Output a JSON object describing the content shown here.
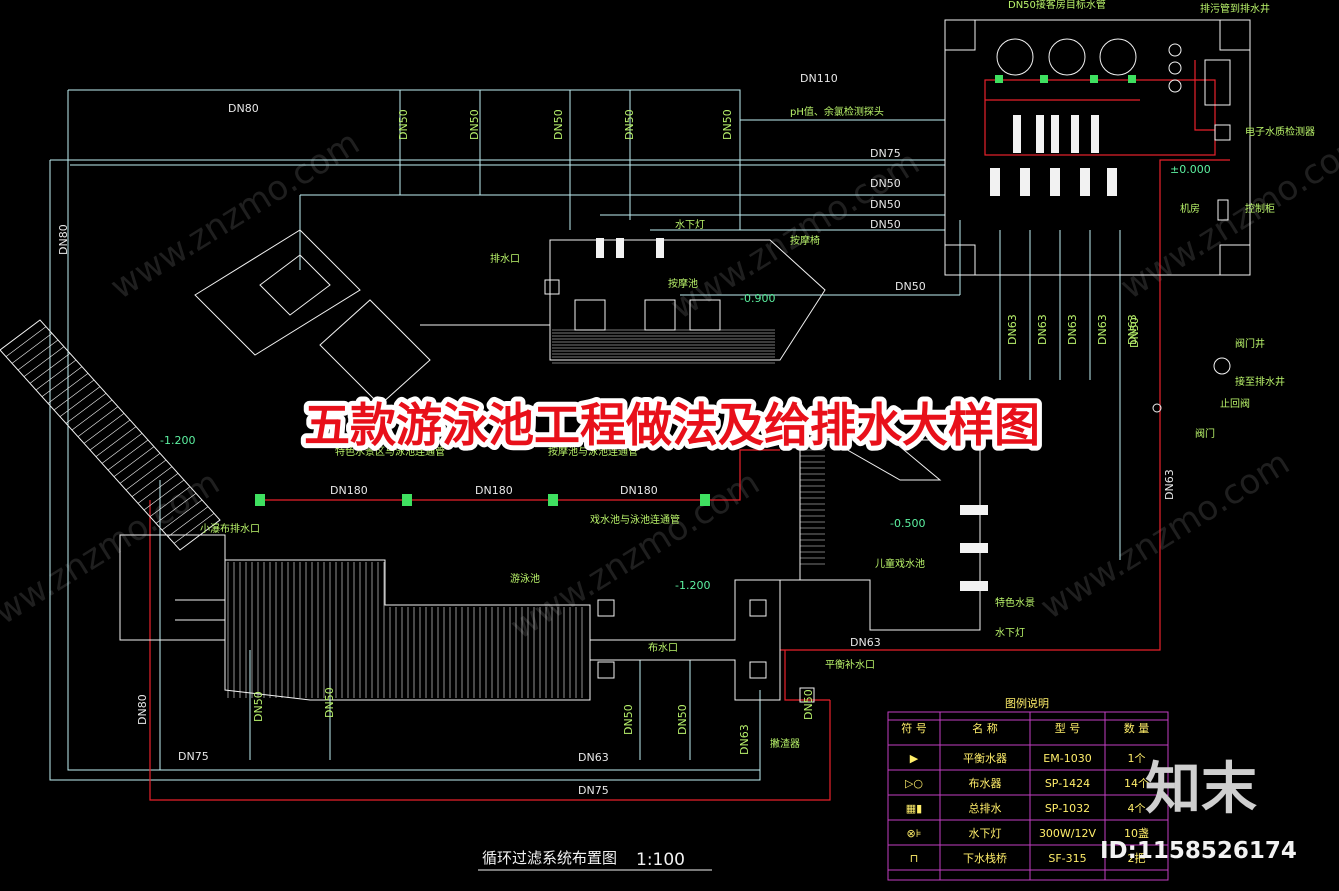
{
  "banner": {
    "title": "五款游泳池工程做法及给排水大样图"
  },
  "brand": {
    "logo": "知末",
    "id": "ID:1158526174",
    "watermark": "www.znzmo.com"
  },
  "drawing": {
    "title": "循环过滤系统布置图",
    "scale": "1:100",
    "pipe_labels": {
      "dn80_top": "DN80",
      "dn80_left": "DN80",
      "dn80_bottom": "DN80",
      "dn110": "DN110",
      "dn75_top": "DN75",
      "dn75_left_bottom": "DN75",
      "dn75_bottom": "DN75",
      "dn63_bottom": "DN63",
      "dn63_right": "DN63",
      "dn63_mid": "DN63",
      "dn50_a": "DN50",
      "dn50_b": "DN50",
      "dn50_c": "DN50",
      "dn50_d": "DN50",
      "dn180_1": "DN180",
      "dn180_2": "DN180",
      "dn180_3": "DN180",
      "dn50_top_equipment": "DN50接客房目标水管"
    },
    "vertical_pipe_labels": [
      "DN50",
      "DN50",
      "DN50",
      "DN50",
      "DN50"
    ],
    "machine_room_vertical": [
      "DN63",
      "DN63",
      "DN63",
      "DN63",
      "DN63",
      "DN50"
    ],
    "bottom_vertical": [
      "DN80",
      "DN50",
      "DN50",
      "DN50",
      "DN50",
      "DN63",
      "DN50"
    ],
    "levels": {
      "pool": "-1.200",
      "left": "-1.200",
      "massage": "-0.900",
      "kids": "-0.500",
      "zero": "±0.000"
    },
    "notes": {
      "drain_outlet": "排水口",
      "massage_pool": "按摩池",
      "underwater_light": "水下灯",
      "massage_seat": "按摩椅",
      "ph_probe": "pH值、余氯检测探头",
      "sewage_to_well": "排污管到排水井",
      "electronic_tester": "电子水质检测器",
      "machine_room": "机房",
      "control_cabinet": "控制柜",
      "valve_well": "阀门井",
      "to_drain_well": "接至排水井",
      "check_valve": "止回阀",
      "valve": "阀门",
      "link_pipe_a": "特色水景区与泳池连通管",
      "link_pipe_b": "按摩池与泳池连通管",
      "small_waterfall": "小瀑布排水口",
      "kids_link": "戏水池与泳池连通管",
      "swimming_pool": "游泳池",
      "kids_pool": "儿童戏水池",
      "feature_water": "特色水景",
      "underwater_light_2": "水下灯",
      "inlet": "布水口",
      "balance_inlet": "平衡补水口",
      "skimmer": "撇渣器"
    }
  },
  "legend": {
    "title": "图例说明",
    "headers": [
      "符 号",
      "名 称",
      "型 号",
      "数 量"
    ],
    "rows": [
      {
        "symbol": "▶",
        "name": "平衡水器",
        "model": "EM-1030",
        "qty": "1个"
      },
      {
        "symbol": "▷○",
        "name": "布水器",
        "model": "SP-1424",
        "qty": "14个"
      },
      {
        "symbol": "▦▮",
        "name": "总排水",
        "model": "SP-1032",
        "qty": "4个"
      },
      {
        "symbol": "⊗⊧",
        "name": "水下灯",
        "model": "300W/12V",
        "qty": "10盏"
      },
      {
        "symbol": "⊓",
        "name": "下水栈桥",
        "model": "SF-315",
        "qty": "2把"
      }
    ]
  },
  "colors": {
    "background": "#000000",
    "pipe_red": "#e8212b",
    "green": "#55e06a",
    "yellow": "#ffee4a",
    "magenta": "#c23ec2",
    "cyan": "#7fe5f0",
    "white": "#f2f2f2",
    "banner_red": "#e8101a"
  }
}
